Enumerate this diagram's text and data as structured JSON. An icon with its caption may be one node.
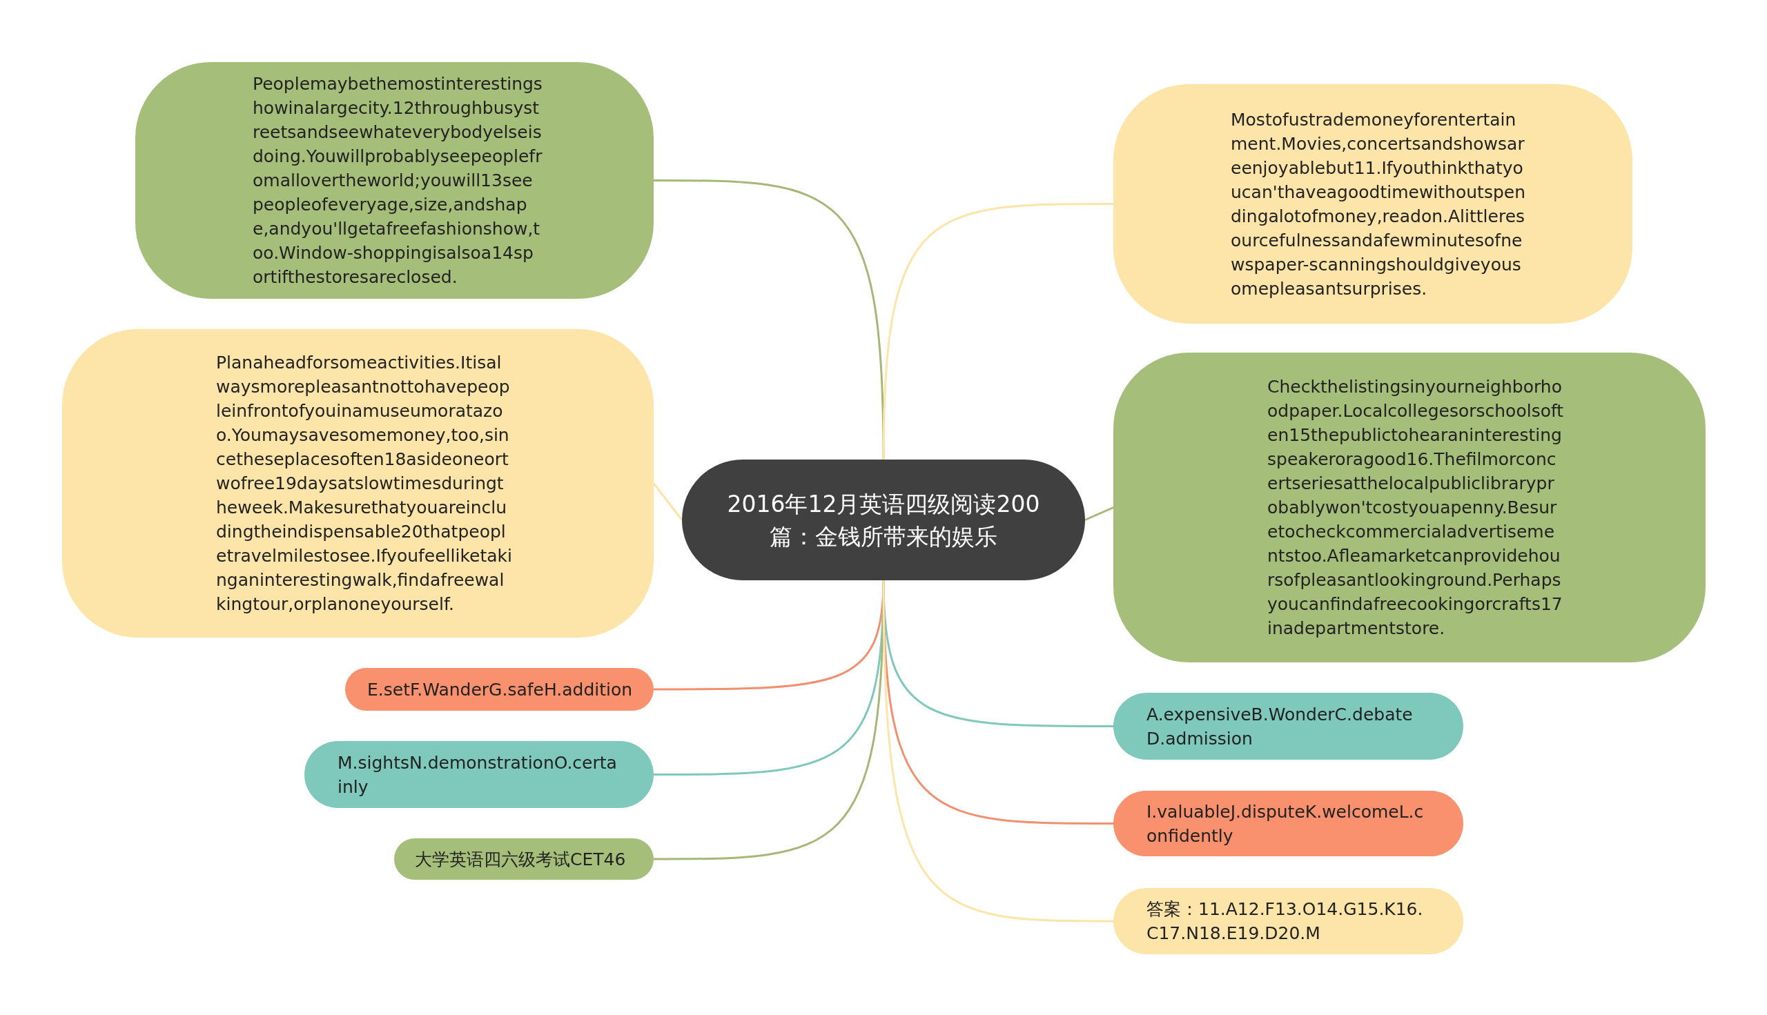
{
  "diagram": {
    "nodes": [
      {
        "text": [
          "2016年12月英语四级阅读200篇：金钱所带来的娱乐"
        ]
      },
      {
        "text": [
          "Peoplemaybethemostinterestingshowinalargecity.12throughbusystreetsandseewhateverybodyelseisdoing.Youwillprobablyseepeoplefromallovertheworld;youwill13seepeopleofeveryage,size,andshape,andyou'llgetafreefashionshow,too.Window-shoppingisalsoa14sportifthestoresareclosed."
        ]
      },
      {
        "text": [
          "Planaheadforsomeactivities.Itisalwaysmorepleasantnottohavepeopleinfrontofyouinamuseumoratazoo.Youmaysavesomemoney,too,sincetheseplacesoften18asideoneortwofree19daysatslowtimesduringtheweek.Makesurethatyouareincludingtheindispensable20thatpeopletravelmilestosee.Ifyoufeelliketakinganinterestingwalk,findafreewalkingtour,orplanoneyourself."
        ]
      },
      {
        "text": [
          "E.setF.WanderG.safeH.addition"
        ]
      },
      {
        "text": [
          "M.sightsN.demonstrationO.certainly"
        ]
      },
      {
        "text": [
          "大学英语四六级考试CET46"
        ]
      },
      {
        "text": [
          "Mostofustrademoneyforentertainment.Movies,concertsandshowsareenjoyablebut11.Ifyouthinkthatyoucan'thaveagoodtimewithoutspendingalotofmoney,readon.Alittleresourcefulnessandafewminutesofnewspaper-scanningshouldgiveyousomepleasantsurprises."
        ]
      },
      {
        "text": [
          "Checkthelistingsinyourneighborhoodpaper.Localcollegesorschoolsoften15thepublictohearaninterestingspeakeroragood16.Thefilmorconcertseriesatthelocalpubliclibraryprobablywon'tcostyouapenny.Besuretocheckcommercialadvertisementstoo.Afleamarketcanprovidehoursofpleasantlookinground.Perhapsyoucanfindafreecookingorcrafts17inadepartmentstore."
        ]
      },
      {
        "text": [
          "A.expensiveB.WonderC.debateD.admission"
        ]
      },
      {
        "text": [
          "I.valuableJ.disputeK.welcomeL.confidently"
        ]
      },
      {
        "text": [
          "答案：11.A12.F13.O14.G15.K16.C17.N18.E19.D20.M"
        ]
      }
    ],
    "edges": [
      {
        "from": 0,
        "to": 1,
        "arrow": "none",
        "color": "#a5b877"
      },
      {
        "from": 0,
        "to": 2,
        "arrow": "none",
        "color": "#fde4a8"
      },
      {
        "from": 0,
        "to": 3,
        "arrow": "none",
        "color": "#f0906e"
      },
      {
        "from": 0,
        "to": 4,
        "arrow": "none",
        "color": "#7fc8bc"
      },
      {
        "from": 0,
        "to": 5,
        "arrow": "none",
        "color": "#a5b877"
      },
      {
        "from": 0,
        "to": 6,
        "arrow": "none",
        "color": "#fde4a8"
      },
      {
        "from": 0,
        "to": 7,
        "arrow": "none",
        "color": "#a5b877"
      },
      {
        "from": 0,
        "to": 8,
        "arrow": "none",
        "color": "#7fc8bc"
      },
      {
        "from": 0,
        "to": 9,
        "arrow": "none",
        "color": "#f0906e"
      },
      {
        "from": 0,
        "to": 10,
        "arrow": "none",
        "color": "#fde4a8"
      }
    ]
  }
}
